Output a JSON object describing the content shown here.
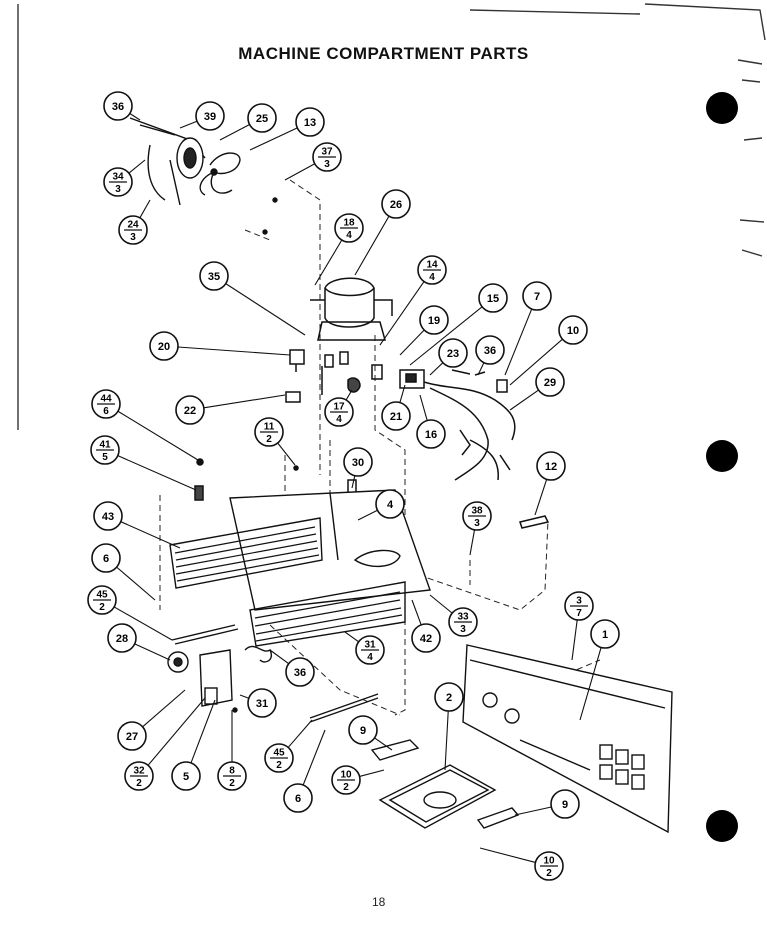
{
  "title": "MACHINE COMPARTMENT PARTS",
  "page_number": "18",
  "callouts": [
    {
      "id": "c36a",
      "top": "36"
    },
    {
      "id": "c39",
      "top": "39"
    },
    {
      "id": "c25",
      "top": "25"
    },
    {
      "id": "c13",
      "top": "13"
    },
    {
      "id": "c37-3",
      "top": "37",
      "bottom": "3"
    },
    {
      "id": "c34-3",
      "top": "34",
      "bottom": "3"
    },
    {
      "id": "c24-3",
      "top": "24",
      "bottom": "3"
    },
    {
      "id": "c26",
      "top": "26"
    },
    {
      "id": "c18-4",
      "top": "18",
      "bottom": "4"
    },
    {
      "id": "c14-4",
      "top": "14",
      "bottom": "4"
    },
    {
      "id": "c35",
      "top": "35"
    },
    {
      "id": "c15",
      "top": "15"
    },
    {
      "id": "c7",
      "top": "7"
    },
    {
      "id": "c10a",
      "top": "10"
    },
    {
      "id": "c19",
      "top": "19"
    },
    {
      "id": "c20",
      "top": "20"
    },
    {
      "id": "c23",
      "top": "23"
    },
    {
      "id": "c36b",
      "top": "36"
    },
    {
      "id": "c29",
      "top": "29"
    },
    {
      "id": "c22",
      "top": "22"
    },
    {
      "id": "c17-4",
      "top": "17",
      "bottom": "4"
    },
    {
      "id": "c21",
      "top": "21"
    },
    {
      "id": "c16",
      "top": "16"
    },
    {
      "id": "c44-6",
      "top": "44",
      "bottom": "6"
    },
    {
      "id": "c11-2",
      "top": "11",
      "bottom": "2"
    },
    {
      "id": "c41-5",
      "top": "41",
      "bottom": "5"
    },
    {
      "id": "c30",
      "top": "30"
    },
    {
      "id": "c12",
      "top": "12"
    },
    {
      "id": "c4",
      "top": "4"
    },
    {
      "id": "c43",
      "top": "43"
    },
    {
      "id": "c38-3",
      "top": "38",
      "bottom": "3"
    },
    {
      "id": "c6a",
      "top": "6"
    },
    {
      "id": "c45-2a",
      "top": "45",
      "bottom": "2"
    },
    {
      "id": "c33-3",
      "top": "33",
      "bottom": "3"
    },
    {
      "id": "c3-7",
      "top": "3",
      "bottom": "7"
    },
    {
      "id": "c1",
      "top": "1"
    },
    {
      "id": "c28",
      "top": "28"
    },
    {
      "id": "c42",
      "top": "42"
    },
    {
      "id": "c31-4",
      "top": "31",
      "bottom": "4"
    },
    {
      "id": "c36c",
      "top": "36"
    },
    {
      "id": "c2",
      "top": "2"
    },
    {
      "id": "c31",
      "top": "31"
    },
    {
      "id": "c27",
      "top": "27"
    },
    {
      "id": "c9a",
      "top": "9"
    },
    {
      "id": "c45-2b",
      "top": "45",
      "bottom": "2"
    },
    {
      "id": "c32-2",
      "top": "32",
      "bottom": "2"
    },
    {
      "id": "c5",
      "top": "5"
    },
    {
      "id": "c8-2",
      "top": "8",
      "bottom": "2"
    },
    {
      "id": "c10-2a",
      "top": "10",
      "bottom": "2"
    },
    {
      "id": "c6b",
      "top": "6"
    },
    {
      "id": "c9b",
      "top": "9"
    },
    {
      "id": "c10-2b",
      "top": "10",
      "bottom": "2"
    }
  ]
}
